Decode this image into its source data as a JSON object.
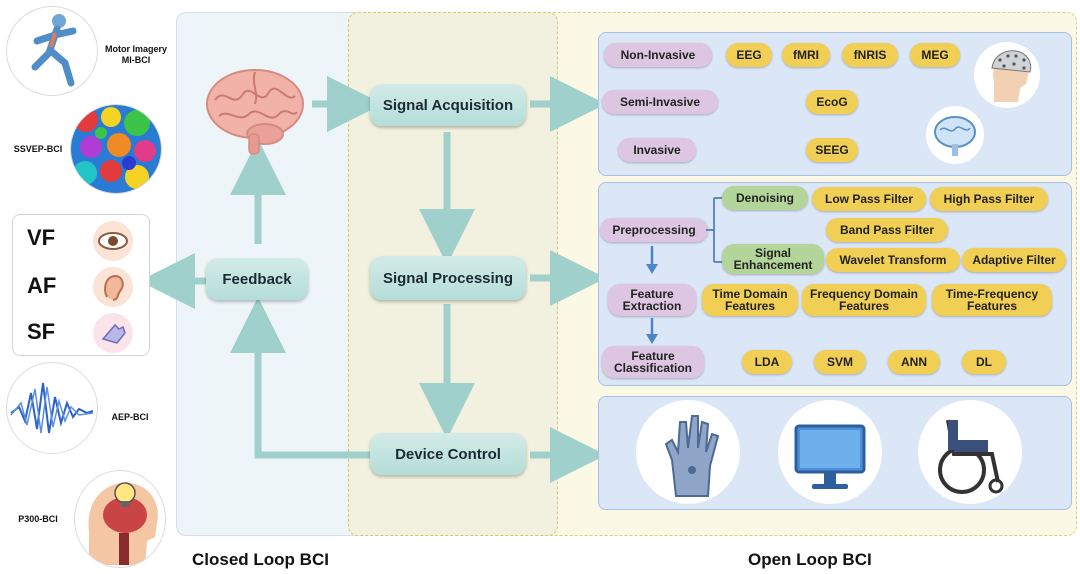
{
  "left": {
    "motor_label_1": "Motor Imagery",
    "motor_label_2": "MI-BCI",
    "ssvep_label": "SSVEP-BCI",
    "feedback_types": [
      "VF",
      "AF",
      "SF"
    ],
    "aep_label": "AEP-BCI",
    "p300_label": "P300-BCI"
  },
  "nodes": {
    "signal_acquisition": "Signal Acquisition",
    "signal_processing": "Signal Processing",
    "device_control": "Device Control",
    "feedback": "Feedback"
  },
  "acquisition": {
    "non_invasive": "Non-Invasive",
    "semi_invasive": "Semi-Invasive",
    "invasive": "Invasive",
    "non_invasive_methods": [
      "EEG",
      "fMRI",
      "fNRIS",
      "MEG"
    ],
    "semi_invasive_method": "EcoG",
    "invasive_method": "SEEG"
  },
  "processing": {
    "preprocessing": "Preprocessing",
    "denoising": "Denoising",
    "signal_enhancement": "Signal Enhancement",
    "low_pass": "Low Pass Filter",
    "high_pass": "High Pass Filter",
    "band_pass": "Band Pass Filter",
    "wavelet": "Wavelet Transform",
    "adaptive": "Adaptive Filter",
    "feature_extraction": "Feature Extraction",
    "time_domain": "Time Domain Features",
    "frequency_domain": "Frequency Domain Features",
    "time_frequency": "Time-Frequency Features",
    "feature_classification": "Feature Classification",
    "classifiers": [
      "LDA",
      "SVM",
      "ANN",
      "DL"
    ]
  },
  "labels": {
    "closed_loop": "Closed Loop BCI",
    "open_loop": "Open Loop BCI"
  },
  "colors": {
    "node_teal": "#b5ddd8",
    "arrow_teal": "#9fd0cb",
    "panel_blue": "#dbe6f6",
    "pill_purple": "#dcc6e2",
    "pill_yellow": "#f1cf55",
    "pill_green": "#b4d59a",
    "small_arrow_blue": "#4d86c6"
  }
}
